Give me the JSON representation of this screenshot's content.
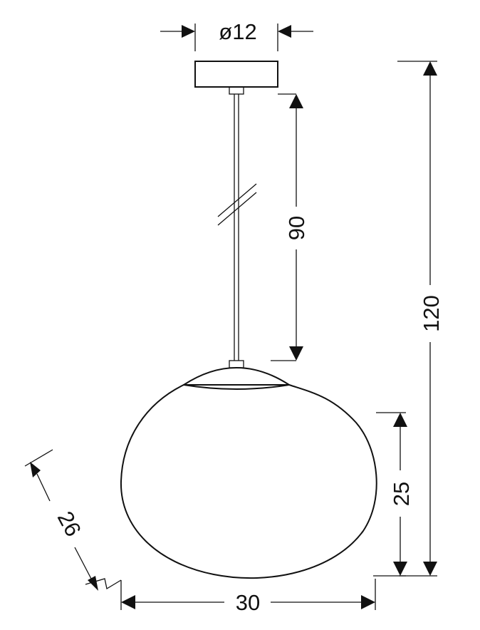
{
  "dimensions": {
    "canopy_diameter": "ø12",
    "cable_length": "90",
    "total_height": "120",
    "shade_height": "25",
    "shade_width": "30",
    "shade_depth": "26"
  },
  "colors": {
    "ink": "#111111",
    "background": "#ffffff"
  }
}
